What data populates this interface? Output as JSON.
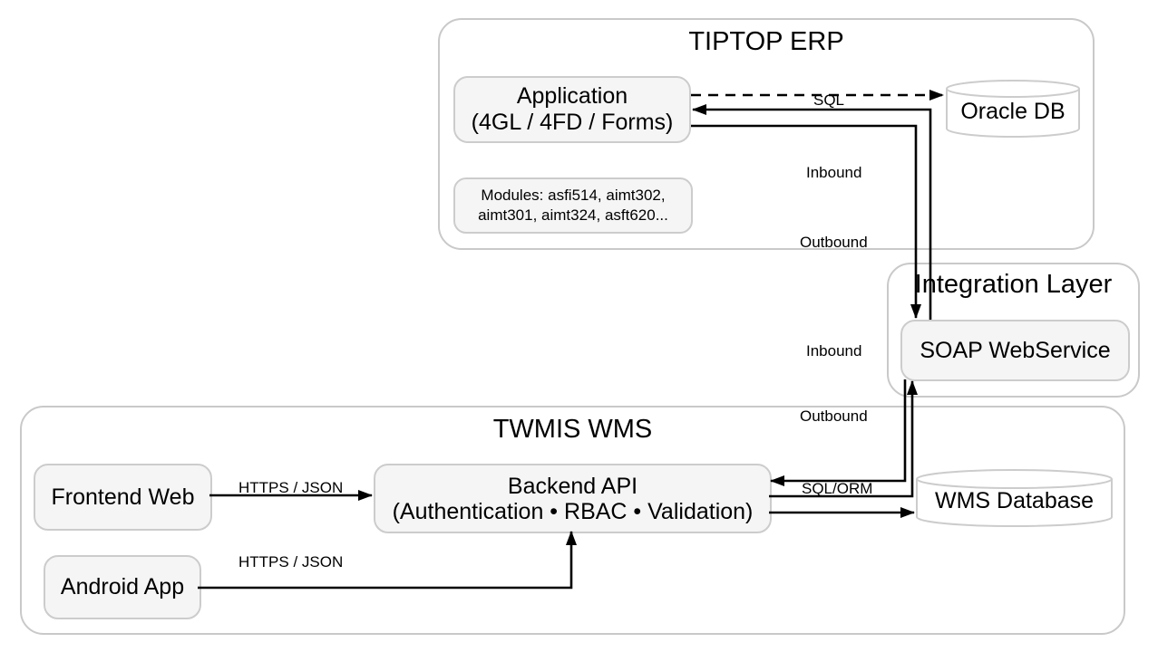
{
  "containers": {
    "erp": {
      "title": "TIPTOP ERP"
    },
    "integration": {
      "title": "Integration Layer"
    },
    "wms": {
      "title": "TWMIS WMS"
    }
  },
  "nodes": {
    "application": {
      "line1": "Application",
      "line2": "(4GL / 4FD / Forms)"
    },
    "modules_note": {
      "line1": "Modules: asfi514, aimt302,",
      "line2": "aimt301, aimt324, asft620..."
    },
    "oracle_db": {
      "label": "Oracle DB",
      "shape": "database-cylinder"
    },
    "soap_webservice": {
      "label": "SOAP WebService"
    },
    "frontend_web": {
      "label": "Frontend Web"
    },
    "android_app": {
      "label": "Android App"
    },
    "backend_api": {
      "line1": "Backend API",
      "line2": "(Authentication • RBAC • Validation)"
    },
    "wms_database": {
      "label": "WMS Database",
      "shape": "database-cylinder"
    }
  },
  "edges": [
    {
      "from": "Application",
      "to": "Oracle DB",
      "label": "SQL",
      "style": "dashed"
    },
    {
      "from": "SOAP WebService",
      "to": "Application",
      "label": "Inbound",
      "style": "solid"
    },
    {
      "from": "Application",
      "to": "SOAP WebService",
      "label": "Outbound",
      "style": "solid"
    },
    {
      "from": "SOAP WebService",
      "to": "Backend API",
      "label": "Inbound",
      "style": "solid"
    },
    {
      "from": "Backend API",
      "to": "SOAP WebService",
      "label": "Outbound",
      "style": "solid"
    },
    {
      "from": "Backend API",
      "to": "WMS Database",
      "label": "SQL/ORM",
      "style": "solid"
    },
    {
      "from": "Frontend Web",
      "to": "Backend API",
      "label": "HTTPS / JSON",
      "style": "solid"
    },
    {
      "from": "Android App",
      "to": "Backend API",
      "label": "HTTPS / JSON",
      "style": "solid"
    }
  ],
  "colors": {
    "node_fill": "#f5f5f5",
    "node_border": "#cccccc",
    "container_border": "#c9c9c9",
    "arrow": "#000000",
    "text": "#000000"
  }
}
